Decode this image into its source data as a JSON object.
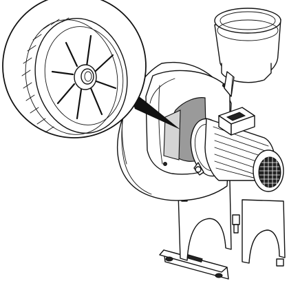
{
  "figure": {
    "background_color": "#ffffff",
    "line_color": "#111111",
    "shade_color": "#9a9a9a",
    "parts": [
      "impeller-detail",
      "fan-housing",
      "inlet-duct",
      "electric-motor",
      "motor-fan-cover",
      "support-frame",
      "base-plate"
    ]
  }
}
